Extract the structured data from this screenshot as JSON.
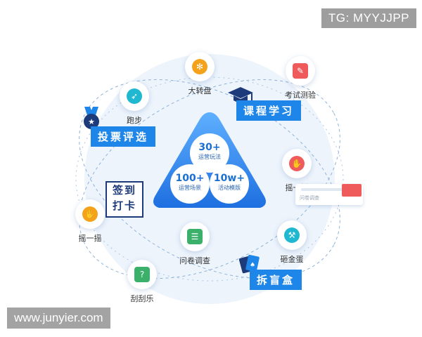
{
  "watermark_top": "TG: MYYJJPP",
  "watermark_bottom": "www.junyier.com",
  "hub": {
    "top_number": "30+",
    "top_label": "运营玩法",
    "left_number": "100+",
    "left_label": "运营场景",
    "right_number": "10w+",
    "right_label": "活动模版"
  },
  "banners": {
    "course": "课程学习",
    "vote": "投票评选",
    "checkin_line1": "签到",
    "checkin_line2": "打卡",
    "blindbox": "拆盲盒"
  },
  "nodes": {
    "wheel": "大转盘",
    "exam": "考试测验",
    "run": "跑步",
    "shake_right": "摇一摇",
    "shake_left": "摇一摇",
    "survey": "问卷调查",
    "egg": "砸金蛋",
    "scratch": "刮刮乐"
  },
  "exam_card_caption": "问卷调查",
  "colors": {
    "primary_blue": "#1e86e8",
    "light_blue_bg": "#e9f2fc",
    "orange": "#f5a21b",
    "red": "#ef5a5a",
    "green": "#3bb06a",
    "teal": "#1fb8d0",
    "navy": "#1d3a7a"
  }
}
